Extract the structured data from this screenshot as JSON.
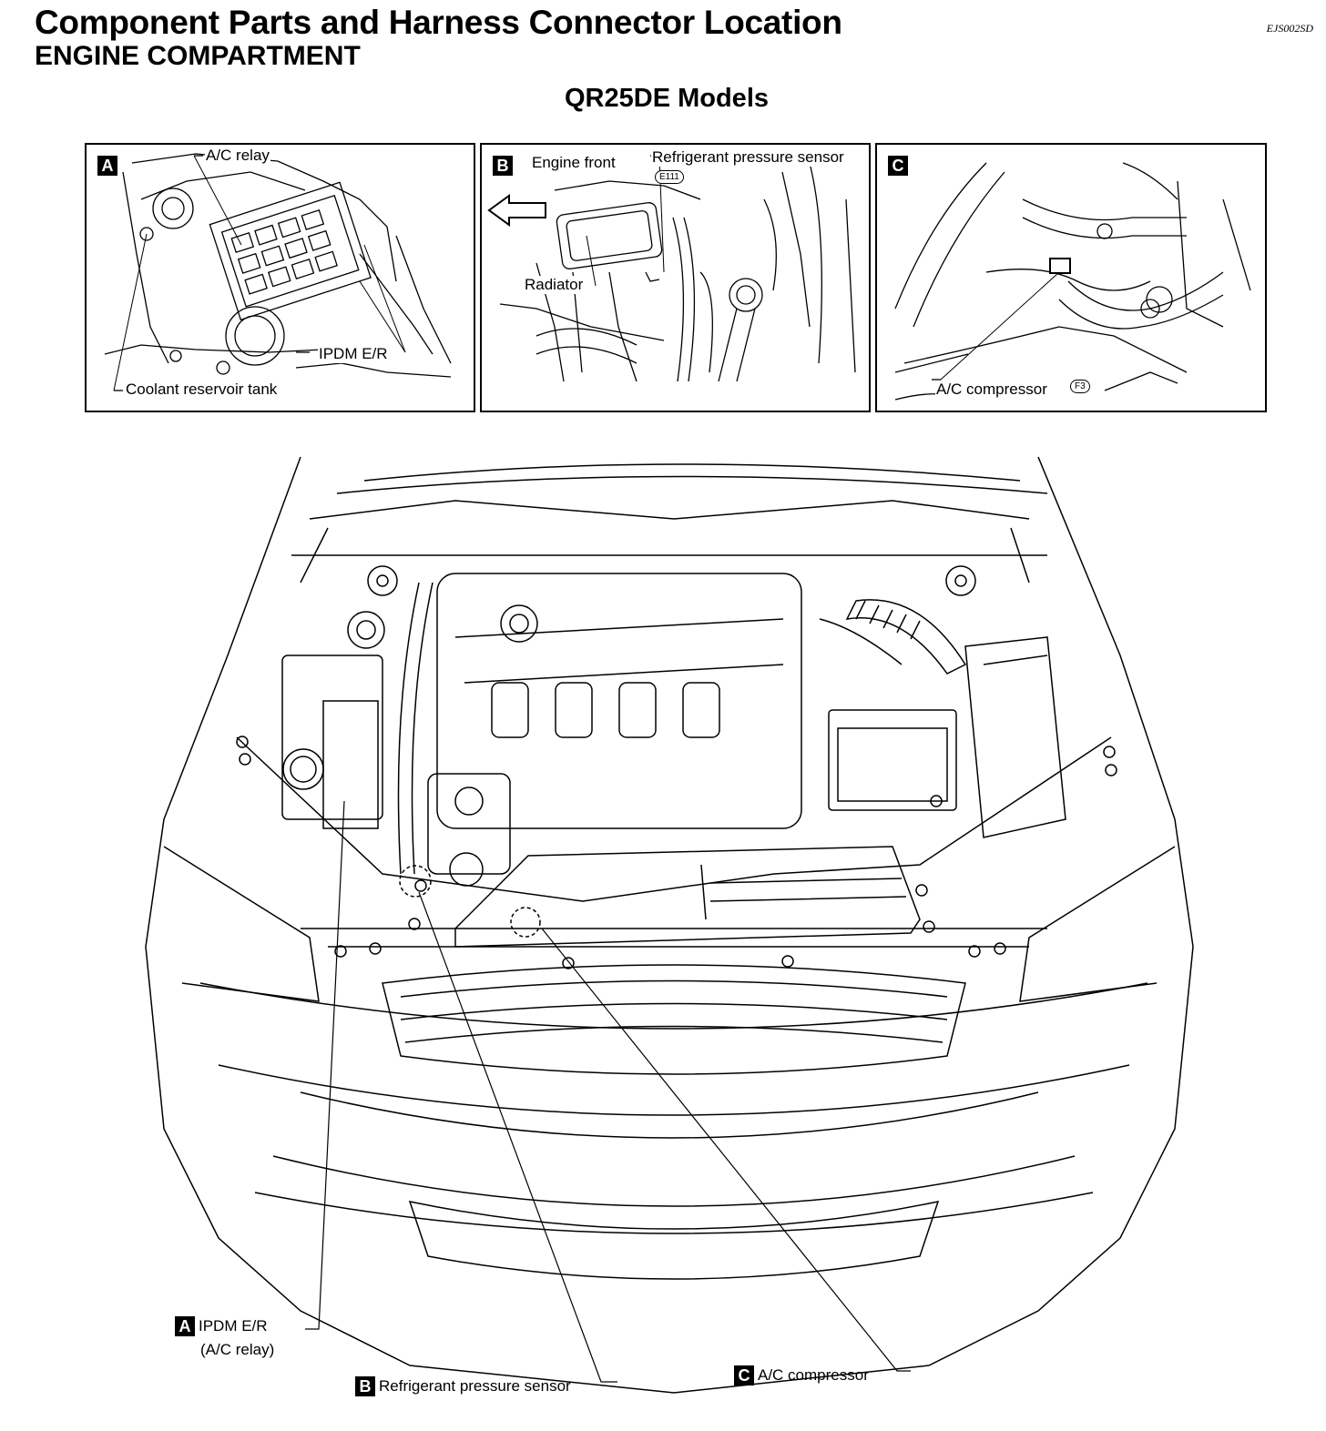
{
  "header": {
    "title": "Component Parts and Harness Connector Location",
    "subtitle": "ENGINE COMPARTMENT",
    "doc_id": "EJS002SD",
    "models": "QR25DE Models"
  },
  "panels": {
    "a": {
      "letter": "A",
      "labels": {
        "ac_relay": "A/C relay",
        "ipdm": "IPDM E/R",
        "coolant": "Coolant reservoir tank"
      }
    },
    "b": {
      "letter": "B",
      "labels": {
        "engine_front": "Engine front",
        "sensor": "Refrigerant pressure sensor",
        "connector": "E111",
        "radiator": "Radiator"
      }
    },
    "c": {
      "letter": "C",
      "labels": {
        "compressor": "A/C compressor",
        "connector": "F3"
      }
    }
  },
  "callouts": {
    "a": {
      "letter": "A",
      "text": "IPDM E/R",
      "text2": "(A/C  relay)"
    },
    "b": {
      "letter": "B",
      "text": "Refrigerant pressure sensor"
    },
    "c": {
      "letter": "C",
      "text": "A/C compressor"
    }
  }
}
